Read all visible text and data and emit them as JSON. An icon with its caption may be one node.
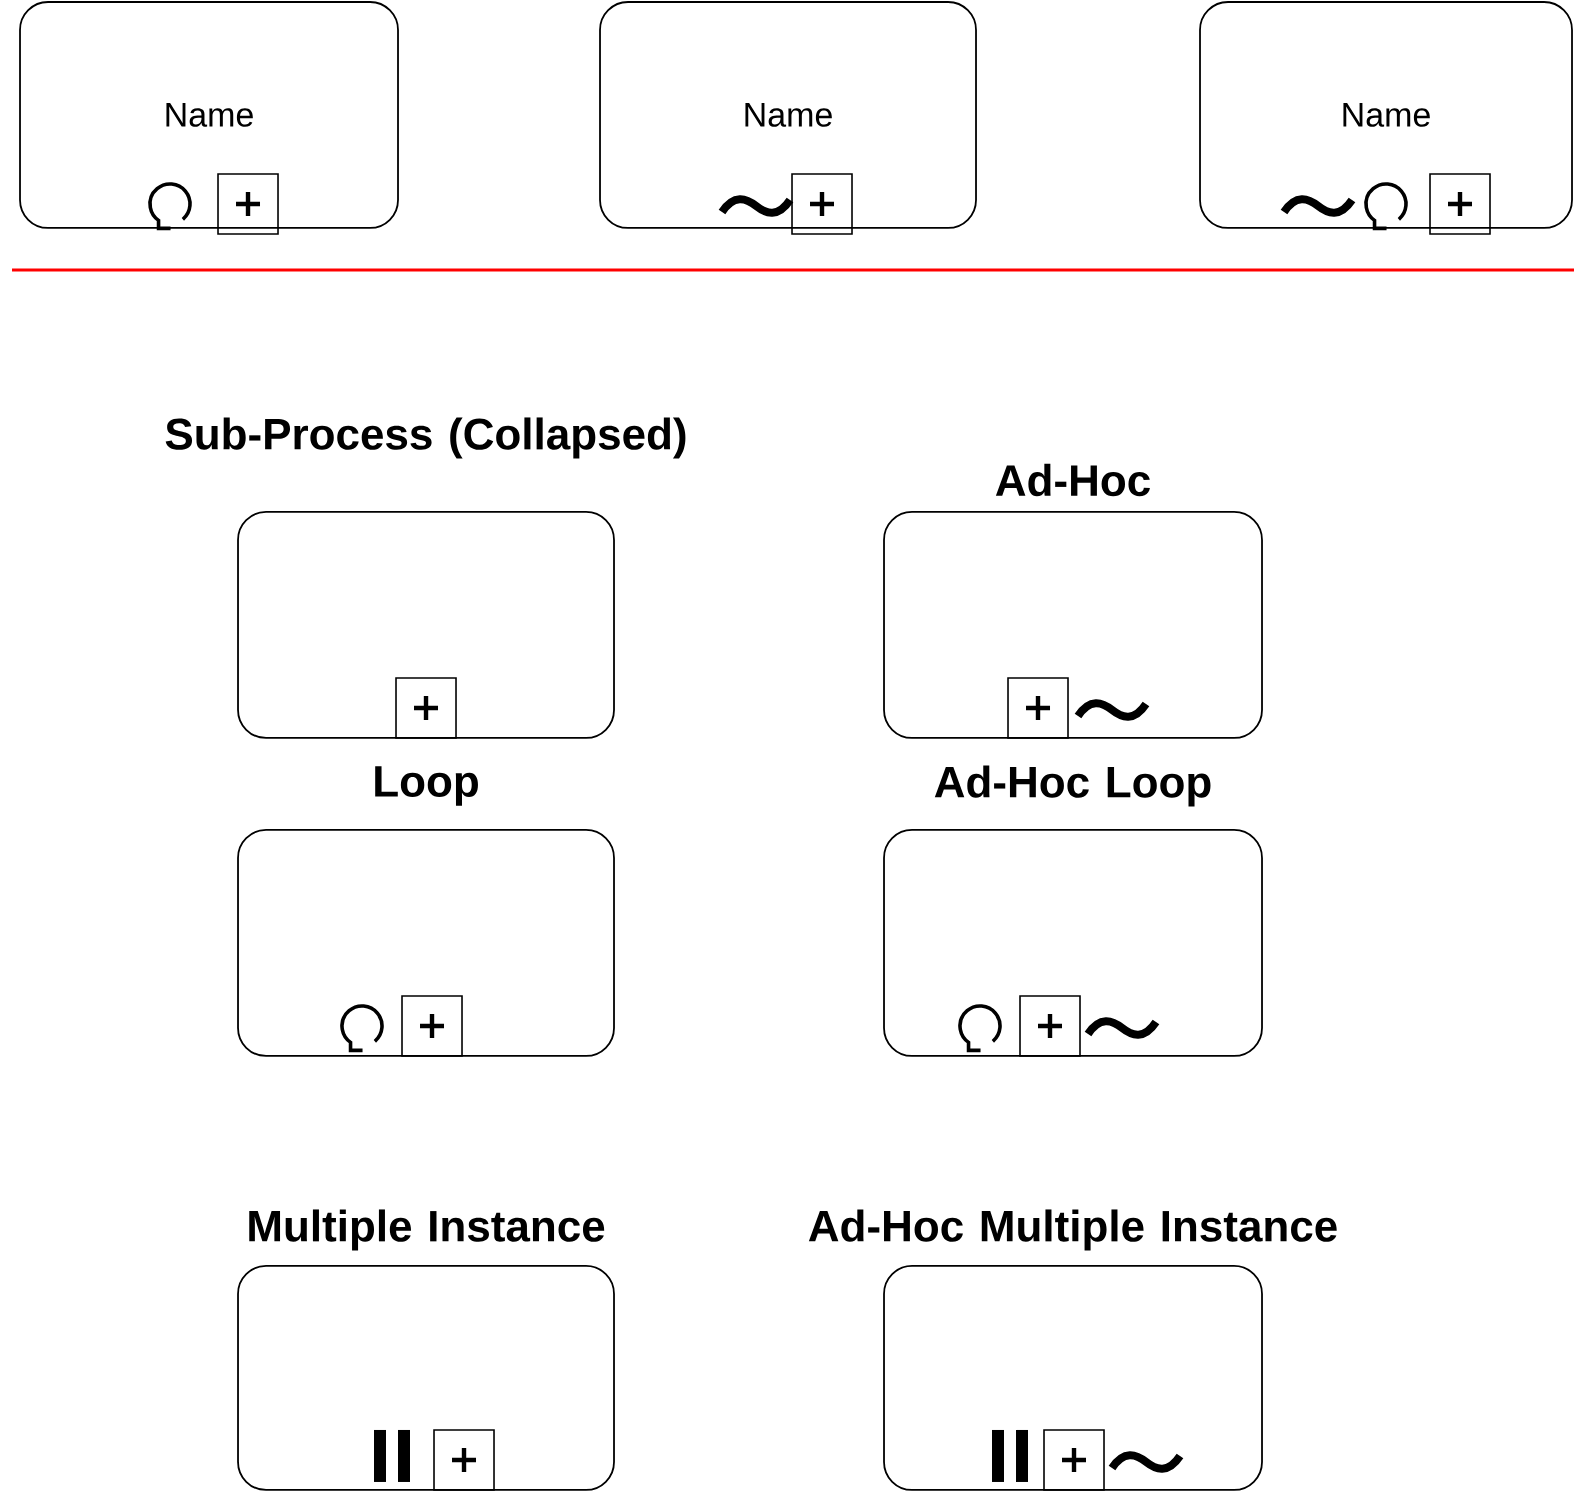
{
  "diagram": {
    "nodes": [
      {
        "text": [
          "Name"
        ]
      },
      {
        "text": [
          "Name"
        ]
      },
      {
        "text": [
          "Name"
        ]
      },
      {
        "text": [
          "Sub-Process (Collapsed)"
        ]
      },
      {
        "text": [
          "Ad-Hoc"
        ]
      },
      {
        "text": [
          "Loop"
        ]
      },
      {
        "text": [
          "Ad-Hoc Loop"
        ]
      },
      {
        "text": [
          "Multiple Instance"
        ]
      },
      {
        "text": [
          "Ad-Hoc Multiple Instance"
        ]
      }
    ]
  }
}
